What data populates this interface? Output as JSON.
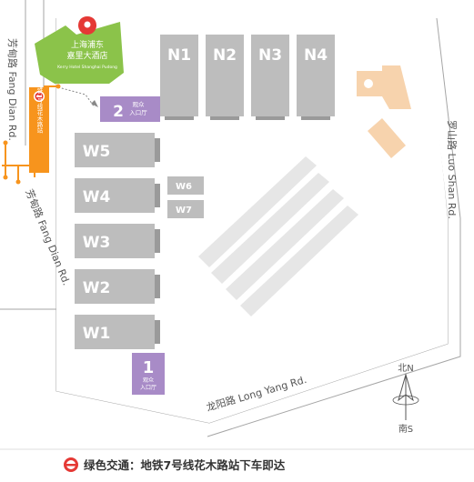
{
  "colors": {
    "hall": "#bdbdbd",
    "hall_shadow": "#9a9a9a",
    "entrance": "#a88bc7",
    "hotel": "#8bc34a",
    "metro": "#f7941d",
    "beige": "#f7d3ad",
    "road_line": "#9e9e9e",
    "compass": "#555555"
  },
  "halls": {
    "north": [
      "N1",
      "N2",
      "N3",
      "N4"
    ],
    "west_large": [
      "W5",
      "W4",
      "W3",
      "W2",
      "W1"
    ],
    "west_small": [
      "W6",
      "W7"
    ]
  },
  "entrances": [
    {
      "number": "2",
      "label": "观众入口厅"
    },
    {
      "number": "1",
      "label": "观众入口厅"
    }
  ],
  "hotel": {
    "name_cn": "上海浦东嘉里大酒店",
    "name_en": "Kerry Hotel Shanghai Pudong"
  },
  "metro": {
    "line_label": "地铁7号线花木路站"
  },
  "roads": {
    "fang_dian_top": "芳甸路 Fang Dian Rd.",
    "fang_dian_bottom": "芳甸路 Fang Dian Rd.",
    "luo_shan": "罗山路 Luo Shan Rd.",
    "long_yang": "龙阳路 Long Yang Rd."
  },
  "compass": {
    "north": "北N",
    "south": "南S"
  },
  "footer": {
    "text": "绿色交通：地铁7号线花木路站下车即达"
  }
}
